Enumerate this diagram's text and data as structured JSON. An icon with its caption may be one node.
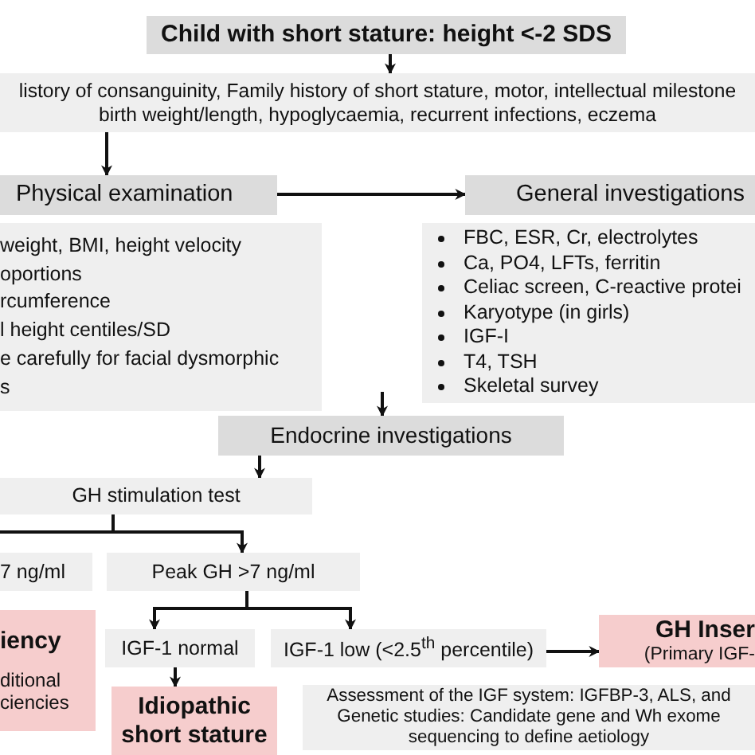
{
  "diagram": {
    "nodes": [
      {
        "text": [
          "Child with short stature: height <-2 SDS"
        ]
      },
      {
        "text": [
          "listory of consanguinity, Family history of short stature, motor, intellectual milestone birth weight/length, hypoglycaemia, recurrent infections, eczema"
        ]
      },
      {
        "text": [
          "Physical examination"
        ]
      },
      {
        "text": [
          "weight, BMI, height velocity",
          "oportions",
          "rcumference",
          "l height centiles/SD",
          "e carefully for facial dysmorphic",
          "s"
        ]
      },
      {
        "text": [
          "General investigations"
        ]
      },
      {
        "text": [
          "FBC, ESR, Cr, electrolytes",
          "Ca, PO4, LFTs, ferritin",
          "Celiac screen, C-reactive protei",
          "Karyotype (in girls)",
          "IGF-I",
          "T4, TSH",
          "Skeletal survey"
        ]
      },
      {
        "text": [
          "Endocrine investigations"
        ]
      },
      {
        "text": [
          "GH stimulation test"
        ]
      },
      {
        "text": [
          "7 ng/ml"
        ]
      },
      {
        "text": [
          "Peak GH >7 ng/ml"
        ]
      },
      {
        "text": [
          "iency",
          "ditional ciencies"
        ]
      },
      {
        "text": [
          "IGF-1 normal"
        ]
      },
      {
        "text": [
          "IGF-1 low (<2.5$^{th}$ percentile)"
        ]
      },
      {
        "text": [
          "GH Inser",
          "(Primary IGF-"
        ]
      },
      {
        "text": [
          "Idiopathic short stature"
        ]
      },
      {
        "text": [
          "Assessment of the IGF system: IGFBP-3, ALS, and Genetic studies: Candidate gene and Wh exome sequencing to define aetiology"
        ]
      }
    ],
    "edges": [
      {
        "from": 0,
        "to": 1,
        "arrow": "to"
      },
      {
        "from": 1,
        "to": 2,
        "arrow": "to"
      },
      {
        "from": 2,
        "to": 4,
        "arrow": "to"
      },
      {
        "from": null,
        "to": 6,
        "arrow": "to"
      },
      {
        "from": 6,
        "to": 7,
        "arrow": "to"
      },
      {
        "from": 7,
        "to": 9,
        "arrow": "to"
      },
      {
        "from": 7,
        "to": null,
        "arrow": "none"
      },
      {
        "from": 9,
        "to": 11,
        "arrow": "to"
      },
      {
        "from": 9,
        "to": 12,
        "arrow": "to"
      },
      {
        "from": 12,
        "to": 13,
        "arrow": "to"
      },
      {
        "from": 11,
        "to": 14,
        "arrow": "to"
      }
    ]
  }
}
